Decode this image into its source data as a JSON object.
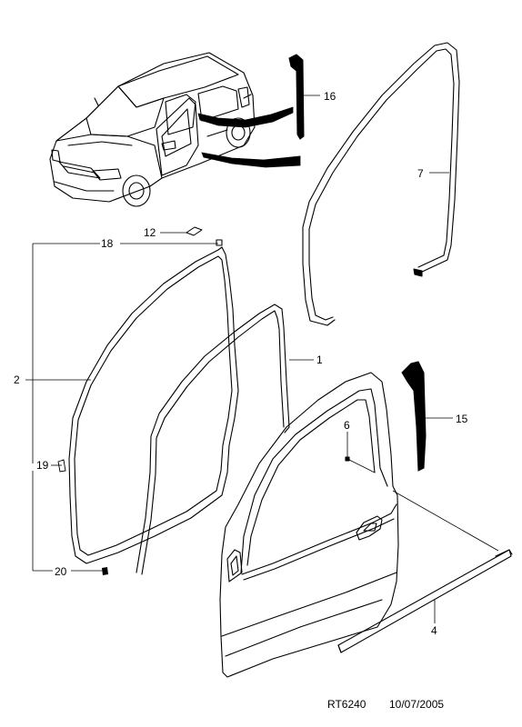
{
  "callouts": [
    {
      "id": "c16",
      "text": "16"
    },
    {
      "id": "c7",
      "text": "7"
    },
    {
      "id": "c12",
      "text": "12"
    },
    {
      "id": "c18",
      "text": "18"
    },
    {
      "id": "c1",
      "text": "1"
    },
    {
      "id": "c2",
      "text": "2"
    },
    {
      "id": "c15",
      "text": "15"
    },
    {
      "id": "c6",
      "text": "6"
    },
    {
      "id": "c19",
      "text": "19"
    },
    {
      "id": "c20",
      "text": "20"
    },
    {
      "id": "c4",
      "text": "4"
    }
  ],
  "footer": {
    "code": "RT6240",
    "date": "10/07/2005"
  }
}
